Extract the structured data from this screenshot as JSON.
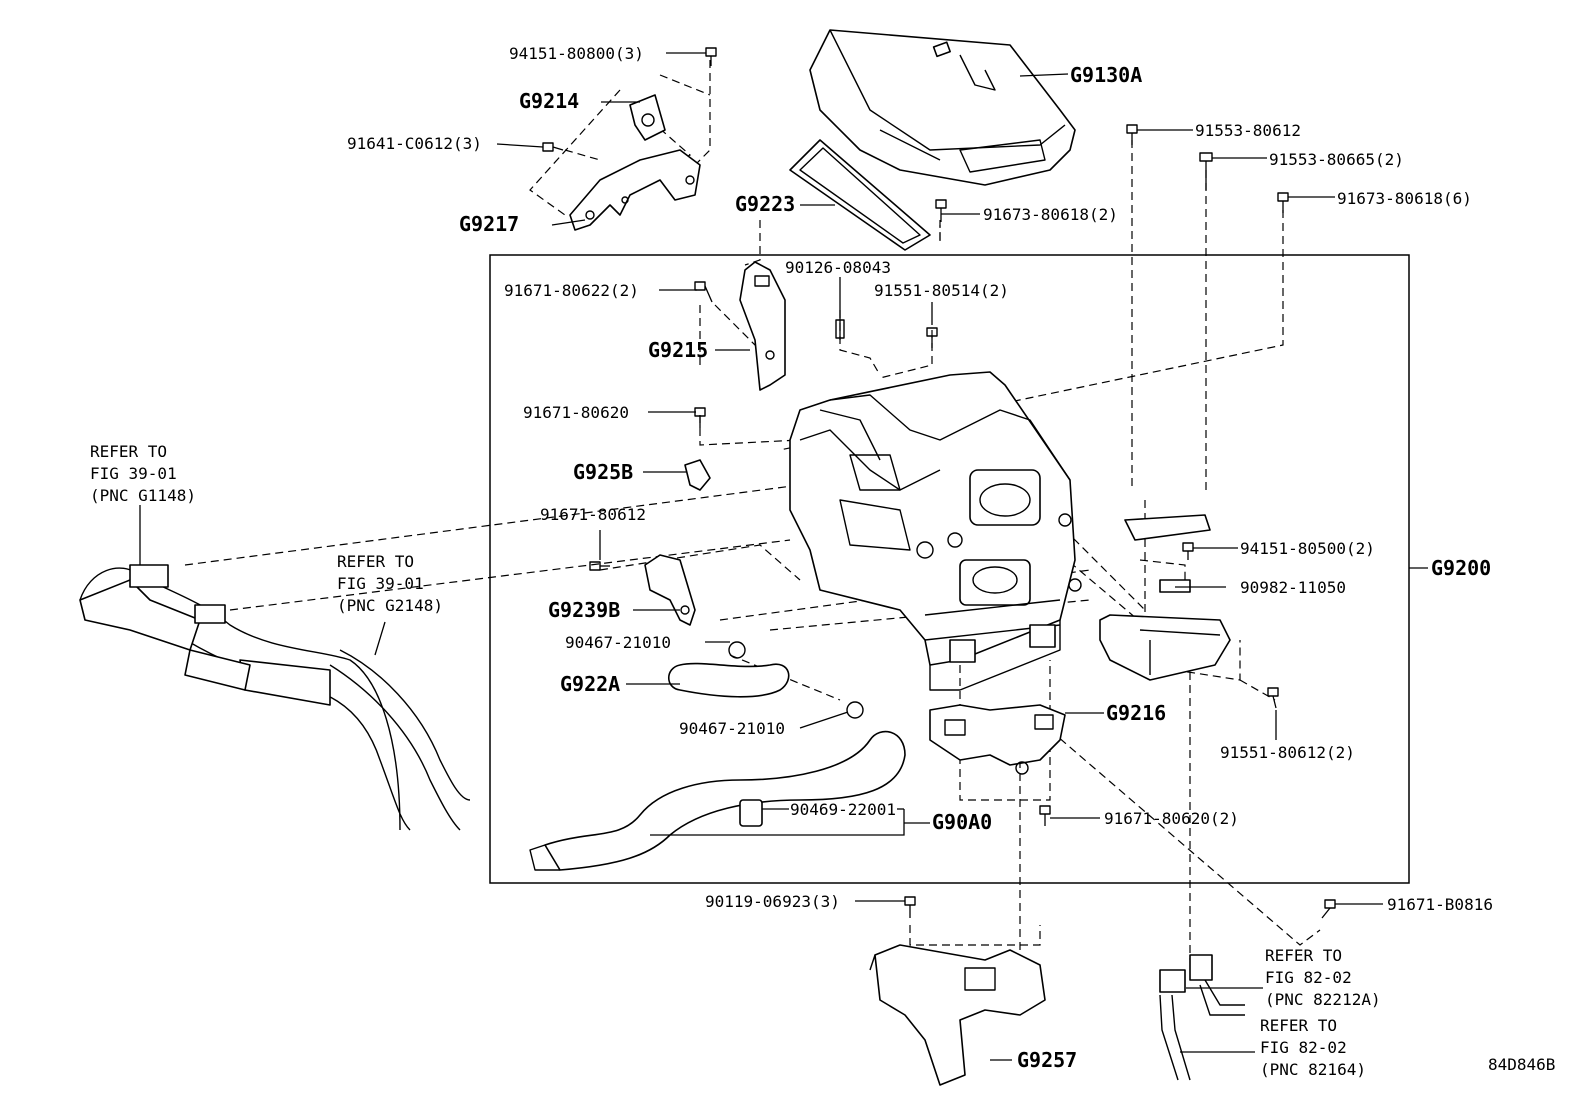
{
  "diagram_code": "84D846B",
  "group_label": "G9200",
  "parts": {
    "p94151_80800": "94151-80800(3)",
    "g9214": "G9214",
    "p91641_c0612": "91641-C0612(3)",
    "g9217": "G9217",
    "g9130a": "G9130A",
    "g9223": "G9223",
    "p91673_80618_2": "91673-80618(2)",
    "p91553_80612": "91553-80612",
    "p91553_80665": "91553-80665(2)",
    "p91673_80618_6": "91673-80618(6)",
    "p90126_08043": "90126-08043",
    "p91671_80622": "91671-80622(2)",
    "p91551_80514": "91551-80514(2)",
    "g9215": "G9215",
    "p91671_80620_a": "91671-80620",
    "g925b": "G925B",
    "p91671_80612": "91671-80612",
    "p94151_80500": "94151-80500(2)",
    "p90982_11050": "90982-11050",
    "g9239b": "G9239B",
    "p90467_21010_a": "90467-21010",
    "g922a": "G922A",
    "p90467_21010_b": "90467-21010",
    "g9216": "G9216",
    "p91551_80612": "91551-80612(2)",
    "p90469_22001": "90469-22001",
    "g90a0": "G90A0",
    "p91671_80620_b": "91671-80620(2)",
    "p90119_06923": "90119-06923(3)",
    "p91671_b0816": "91671-B0816",
    "g9257": "G9257"
  },
  "refs": {
    "ref1": [
      "REFER TO",
      "FIG 39-01",
      "(PNC G1148)"
    ],
    "ref2": [
      "REFER TO",
      "FIG 39-01",
      "(PNC G2148)"
    ],
    "ref3": [
      "REFER TO",
      "FIG 82-02",
      "(PNC 82212A)"
    ],
    "ref4": [
      "REFER TO",
      "FIG 82-02",
      "(PNC 82164)"
    ]
  }
}
